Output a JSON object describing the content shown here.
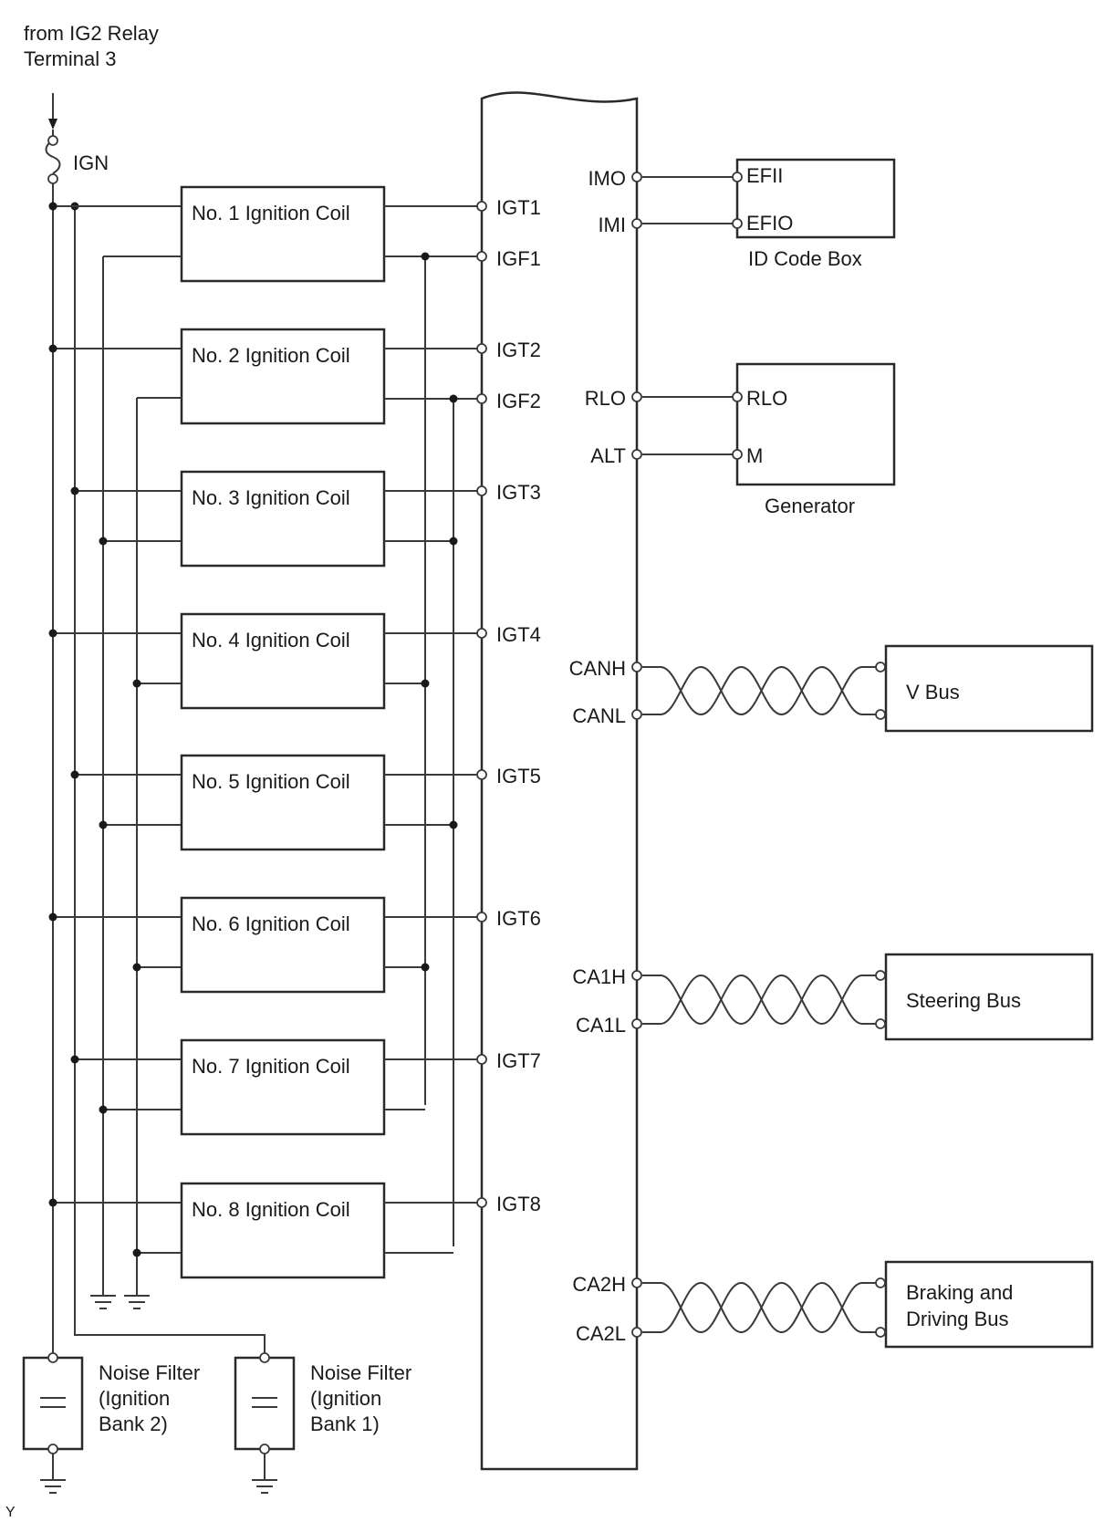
{
  "source": {
    "line1": "from IG2 Relay",
    "line2": "Terminal 3"
  },
  "fuse": {
    "label": "IGN"
  },
  "coils": [
    {
      "label": "No. 1 Ignition Coil",
      "igt": "IGT1",
      "igf": "IGF1"
    },
    {
      "label": "No. 2 Ignition Coil",
      "igt": "IGT2",
      "igf": "IGF2"
    },
    {
      "label": "No. 3 Ignition Coil",
      "igt": "IGT3"
    },
    {
      "label": "No. 4 Ignition Coil",
      "igt": "IGT4"
    },
    {
      "label": "No. 5 Ignition Coil",
      "igt": "IGT5"
    },
    {
      "label": "No. 6 Ignition Coil",
      "igt": "IGT6"
    },
    {
      "label": "No. 7 Ignition Coil",
      "igt": "IGT7"
    },
    {
      "label": "No. 8 Ignition Coil",
      "igt": "IGT8"
    }
  ],
  "filters": [
    {
      "line1": "Noise Filter",
      "line2": "(Ignition",
      "line3": "Bank 2)"
    },
    {
      "line1": "Noise Filter",
      "line2": "(Ignition",
      "line3": "Bank 1)"
    }
  ],
  "id_code_box": {
    "title": "ID Code Box",
    "ecu_pin_1": "IMO",
    "ecu_pin_2": "IMI",
    "pin_1": "EFII",
    "pin_2": "EFIO"
  },
  "generator": {
    "title": "Generator",
    "ecu_pin_1": "RLO",
    "ecu_pin_2": "ALT",
    "pin_1": "RLO",
    "pin_2": "M"
  },
  "buses": [
    {
      "title": "V Bus",
      "high": "CANH",
      "low": "CANL"
    },
    {
      "title": "Steering Bus",
      "high": "CA1H",
      "low": "CA1L"
    },
    {
      "title_line1": "Braking and",
      "title_line2": "Driving Bus",
      "high": "CA2H",
      "low": "CA2L"
    }
  ],
  "corner_mark": "Y"
}
